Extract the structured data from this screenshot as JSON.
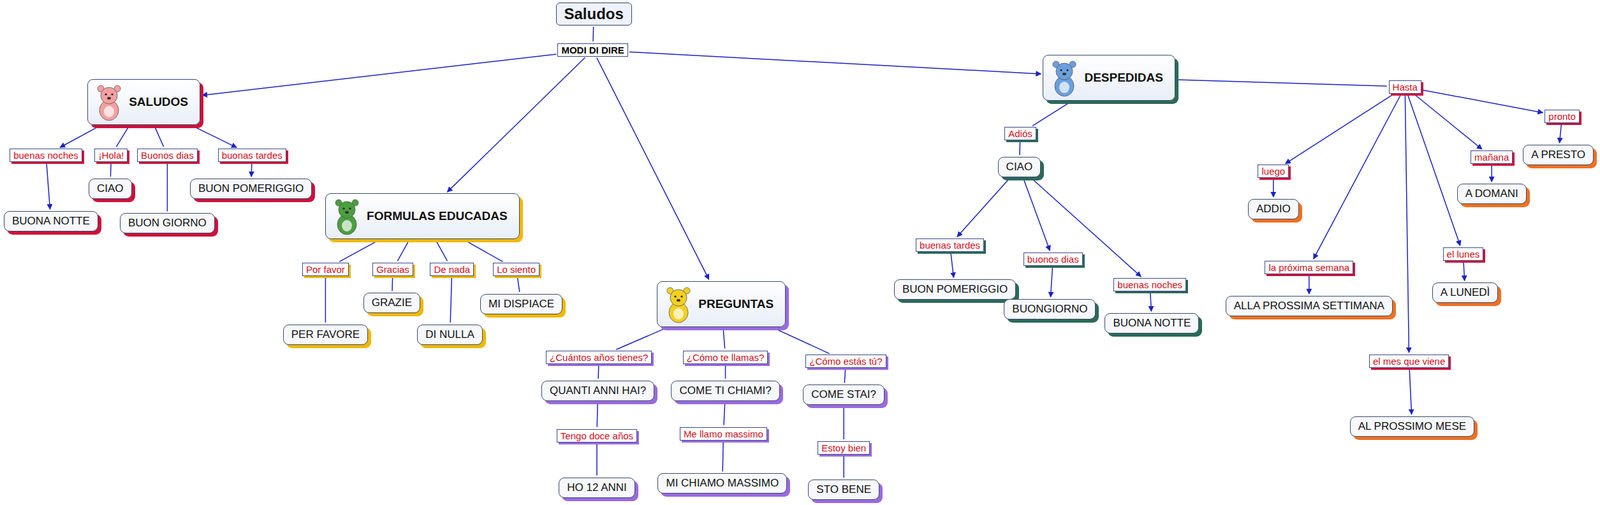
{
  "diagram": {
    "nodes": [
      {
        "text": [
          "Saludos"
        ]
      },
      {
        "text": [
          "MODI DI DIRE"
        ]
      },
      {
        "text": [
          "SALUDOS"
        ]
      },
      {
        "text": [
          "buenas noches"
        ]
      },
      {
        "text": [
          "¡Hola!"
        ]
      },
      {
        "text": [
          "Buonos dias"
        ]
      },
      {
        "text": [
          "buonas tardes"
        ]
      },
      {
        "text": [
          "BUONA NOTTE"
        ]
      },
      {
        "text": [
          "CIAO"
        ]
      },
      {
        "text": [
          "BUON GIORNO"
        ]
      },
      {
        "text": [
          "BUON POMERIGGIO"
        ]
      },
      {
        "text": [
          "FORMULAS EDUCADAS"
        ]
      },
      {
        "text": [
          "Por favor"
        ]
      },
      {
        "text": [
          "Gracias"
        ]
      },
      {
        "text": [
          "De nada"
        ]
      },
      {
        "text": [
          "Lo siento"
        ]
      },
      {
        "text": [
          "PER FAVORE"
        ]
      },
      {
        "text": [
          "GRAZIE"
        ]
      },
      {
        "text": [
          "DI NULLA"
        ]
      },
      {
        "text": [
          "MI DISPIACE"
        ]
      },
      {
        "text": [
          "PREGUNTAS"
        ]
      },
      {
        "text": [
          "¿Cuántos años tienes?"
        ]
      },
      {
        "text": [
          "¿Cómo te llamas?"
        ]
      },
      {
        "text": [
          "¿Cómo estás tú?"
        ]
      },
      {
        "text": [
          "QUANTI ANNI HAI?"
        ]
      },
      {
        "text": [
          "COME TI CHIAMI?"
        ]
      },
      {
        "text": [
          "COME STAI?"
        ]
      },
      {
        "text": [
          "Tengo doce años"
        ]
      },
      {
        "text": [
          "Me llamo massimo"
        ]
      },
      {
        "text": [
          "Estoy bien"
        ]
      },
      {
        "text": [
          "HO 12 ANNI"
        ]
      },
      {
        "text": [
          "MI CHIAMO MASSIMO"
        ]
      },
      {
        "text": [
          "STO BENE"
        ]
      },
      {
        "text": [
          "DESPEDIDAS"
        ]
      },
      {
        "text": [
          "Adiós"
        ]
      },
      {
        "text": [
          "CIAO"
        ]
      },
      {
        "text": [
          "buenas tardes"
        ]
      },
      {
        "text": [
          "buonos dias"
        ]
      },
      {
        "text": [
          "buenas noches"
        ]
      },
      {
        "text": [
          "BUON POMERIGGIO"
        ]
      },
      {
        "text": [
          "BUONGIORNO"
        ]
      },
      {
        "text": [
          "BUONA NOTTE"
        ]
      },
      {
        "text": [
          "Hasta"
        ]
      },
      {
        "text": [
          "luego"
        ]
      },
      {
        "text": [
          "ADDIO"
        ]
      },
      {
        "text": [
          "la próxima semana"
        ]
      },
      {
        "text": [
          "ALLA PROSSIMA SETTIMANA"
        ]
      },
      {
        "text": [
          "el mes que viene"
        ]
      },
      {
        "text": [
          "AL PROSSIMO MESE"
        ]
      },
      {
        "text": [
          "el lunes"
        ]
      },
      {
        "text": [
          "A LUNEDÌ"
        ]
      },
      {
        "text": [
          "mañana"
        ]
      },
      {
        "text": [
          "A DOMANI"
        ]
      },
      {
        "text": [
          "pronto"
        ]
      },
      {
        "text": [
          "A PRESTO"
        ]
      }
    ],
    "edges": [
      {
        "from": 0,
        "to": 1,
        "arrow": "none"
      },
      {
        "from": 1,
        "to": 2,
        "arrow": "to"
      },
      {
        "from": 1,
        "to": 11,
        "arrow": "to"
      },
      {
        "from": 1,
        "to": 20,
        "arrow": "to"
      },
      {
        "from": 1,
        "to": 33,
        "arrow": "to"
      },
      {
        "from": 2,
        "to": 3,
        "arrow": "to"
      },
      {
        "from": 2,
        "to": 4,
        "arrow": "none"
      },
      {
        "from": 2,
        "to": 5,
        "arrow": "none"
      },
      {
        "from": 2,
        "to": 6,
        "arrow": "to"
      },
      {
        "from": 3,
        "to": 7,
        "arrow": "to"
      },
      {
        "from": 4,
        "to": 8,
        "arrow": "none"
      },
      {
        "from": 5,
        "to": 9,
        "arrow": "none"
      },
      {
        "from": 6,
        "to": 10,
        "arrow": "to"
      },
      {
        "from": 11,
        "to": 12,
        "arrow": "none"
      },
      {
        "from": 11,
        "to": 13,
        "arrow": "none"
      },
      {
        "from": 11,
        "to": 14,
        "arrow": "none"
      },
      {
        "from": 11,
        "to": 15,
        "arrow": "none"
      },
      {
        "from": 12,
        "to": 16,
        "arrow": "none"
      },
      {
        "from": 13,
        "to": 17,
        "arrow": "none"
      },
      {
        "from": 14,
        "to": 18,
        "arrow": "none"
      },
      {
        "from": 15,
        "to": 19,
        "arrow": "none"
      },
      {
        "from": 20,
        "to": 21,
        "arrow": "none"
      },
      {
        "from": 20,
        "to": 22,
        "arrow": "none"
      },
      {
        "from": 20,
        "to": 23,
        "arrow": "none"
      },
      {
        "from": 21,
        "to": 24,
        "arrow": "none"
      },
      {
        "from": 22,
        "to": 25,
        "arrow": "none"
      },
      {
        "from": 23,
        "to": 26,
        "arrow": "none"
      },
      {
        "from": 24,
        "to": 27,
        "arrow": "none"
      },
      {
        "from": 25,
        "to": 28,
        "arrow": "none"
      },
      {
        "from": 26,
        "to": 29,
        "arrow": "none"
      },
      {
        "from": 27,
        "to": 30,
        "arrow": "none"
      },
      {
        "from": 28,
        "to": 31,
        "arrow": "none"
      },
      {
        "from": 29,
        "to": 32,
        "arrow": "none"
      },
      {
        "from": 33,
        "to": 34,
        "arrow": "none"
      },
      {
        "from": 34,
        "to": 35,
        "arrow": "none"
      },
      {
        "from": 35,
        "to": 36,
        "arrow": "to"
      },
      {
        "from": 35,
        "to": 37,
        "arrow": "to"
      },
      {
        "from": 35,
        "to": 38,
        "arrow": "to"
      },
      {
        "from": 36,
        "to": 39,
        "arrow": "to"
      },
      {
        "from": 37,
        "to": 40,
        "arrow": "to"
      },
      {
        "from": 38,
        "to": 41,
        "arrow": "to"
      },
      {
        "from": 33,
        "to": 42,
        "arrow": "none"
      },
      {
        "from": 42,
        "to": 43,
        "arrow": "to"
      },
      {
        "from": 42,
        "to": 45,
        "arrow": "to"
      },
      {
        "from": 42,
        "to": 47,
        "arrow": "to"
      },
      {
        "from": 42,
        "to": 49,
        "arrow": "to"
      },
      {
        "from": 42,
        "to": 51,
        "arrow": "to"
      },
      {
        "from": 42,
        "to": 53,
        "arrow": "to"
      },
      {
        "from": 43,
        "to": 44,
        "arrow": "to"
      },
      {
        "from": 45,
        "to": 46,
        "arrow": "to"
      },
      {
        "from": 47,
        "to": 48,
        "arrow": "to"
      },
      {
        "from": 49,
        "to": 50,
        "arrow": "to"
      },
      {
        "from": 51,
        "to": 52,
        "arrow": "to"
      },
      {
        "from": 53,
        "to": 54,
        "arrow": "to"
      }
    ]
  }
}
